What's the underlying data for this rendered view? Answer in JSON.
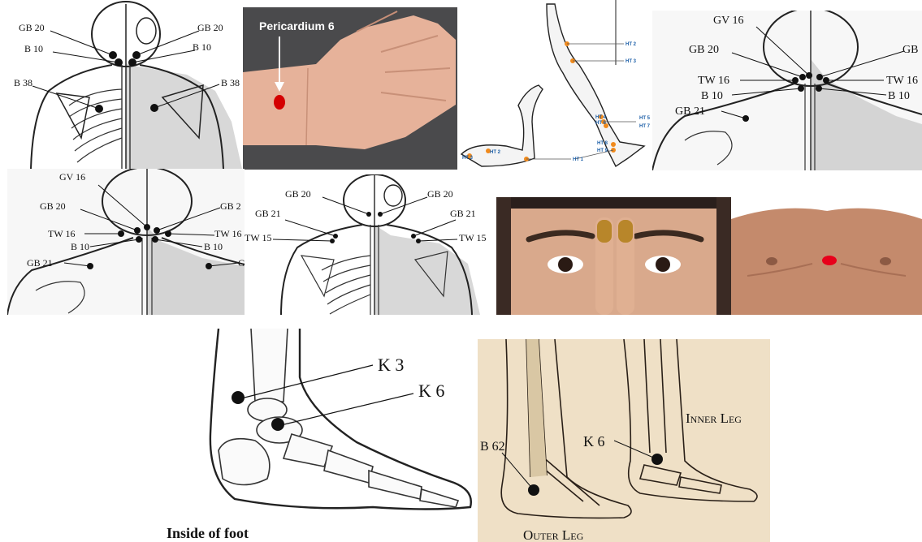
{
  "tile1": {
    "labels": {
      "gb20_left": "GB 20",
      "gb20_right": "GB 20",
      "b10_left": "B 10",
      "b10_right": "B 10",
      "b38_left": "B 38",
      "b38_right": "B 38"
    }
  },
  "tile2": {
    "caption": "Pericardium 6",
    "colors": {
      "point": "#d40000",
      "bg": "#4a4a4c",
      "skin": "#e8b49a"
    }
  },
  "tile3": {
    "labels": {
      "ht1": "HT 1",
      "ht2a": "HT 2",
      "ht2b": "HT 2",
      "ht3a": "HT 3",
      "ht3b": "HT 3",
      "ht4": "HT 4",
      "ht5": "HT 5",
      "ht6": "HT 6",
      "ht7": "HT 7",
      "ht8": "HT 8",
      "ht9": "HT 9"
    },
    "colors": {
      "point": "#f08a1c",
      "label": "#1c5fa8"
    }
  },
  "tile4": {
    "labels": {
      "gv16": "GV 16",
      "gb20_left": "GB 20",
      "gb20_right": "GB",
      "tw16_left": "TW 16",
      "tw16_right": "TW 16",
      "b10_left": "B 10",
      "b10_right": "B 10",
      "gb21_left": "GB 21"
    }
  },
  "tile5": {
    "labels": {
      "gv16": "GV 16",
      "gb20_left": "GB 20",
      "gb20_right": "GB 2",
      "tw16_left": "TW 16",
      "tw16_right": "TW 16",
      "b10_left": "B 10",
      "b10_right": "B 10",
      "gb21_left": "GB 21",
      "gb21_right": "G"
    }
  },
  "tile6": {
    "labels": {
      "gb20_left": "GB 20",
      "gb20_right": "GB 20",
      "gb21_left": "GB 21",
      "gb21_right": "GB 21",
      "tw15_left": "TW 15",
      "tw15_right": "TW 15"
    }
  },
  "tile7": {
    "colors": {
      "skin": "#d9a98c",
      "nail": "#b8862a",
      "bg": "#2a1f1c"
    }
  },
  "tile8": {
    "colors": {
      "point": "#e8001a",
      "skin": "#c48a6c"
    }
  },
  "tile9": {
    "labels": {
      "k3": "K 3",
      "k6": "K 6"
    },
    "caption": "Inside of foot"
  },
  "tile10": {
    "labels": {
      "b62": "B 62",
      "k6": "K 6",
      "inner_leg": "Inner Leg",
      "outer_leg": "Outer Leg"
    },
    "colors": {
      "bg": "#efe0c6"
    }
  }
}
